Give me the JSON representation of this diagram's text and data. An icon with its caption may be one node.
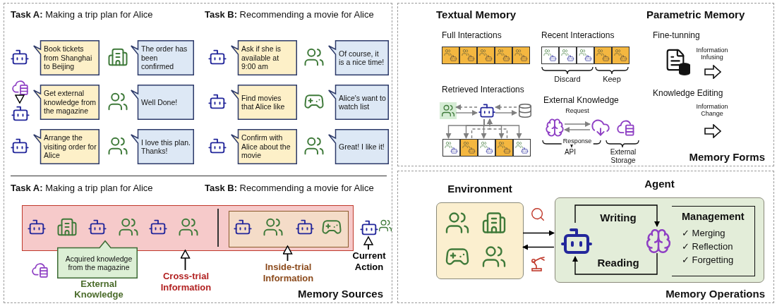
{
  "diagram": {
    "nodes": [
      {
        "text": [
          "Memory Sources"
        ]
      },
      {
        "text": [
          "Memory Forms"
        ]
      },
      {
        "text": [
          "Memory Operations"
        ]
      },
      {
        "text": [
          "Book tickets from Shanghai to Beijing"
        ],
        "in": 0
      },
      {
        "text": [
          "The order has been confirmed"
        ],
        "in": 0
      },
      {
        "text": [
          "Ask if she is available at 9:00 am"
        ],
        "in": 0
      },
      {
        "text": [
          "Of course, it is a nice time!"
        ],
        "in": 0
      },
      {
        "text": [
          "Get external knowledge from the magazine"
        ],
        "in": 0
      },
      {
        "text": [
          "Well Done!"
        ],
        "in": 0
      },
      {
        "text": [
          "Find movies that Alice like"
        ],
        "in": 0
      },
      {
        "text": [
          "Alice's want to watch list"
        ],
        "in": 0
      },
      {
        "text": [
          "Arrange the visiting order for Alice"
        ],
        "in": 0
      },
      {
        "text": [
          "I love this plan. Thanks!"
        ],
        "in": 0
      },
      {
        "text": [
          "Confirm with Alice about the movie"
        ],
        "in": 0
      },
      {
        "text": [
          "Great! I like it!"
        ],
        "in": 0
      },
      {
        "text": [],
        "shape": "cloud",
        "in": 0
      },
      {
        "text": [],
        "shape": "robot",
        "in": 0
      },
      {
        "text": [],
        "shape": "box",
        "in": 0
      },
      {
        "text": [],
        "shape": "box",
        "in": 17
      },
      {
        "text": [
          "Acquired knowledge from the magazine"
        ],
        "in": 0
      },
      {
        "text": [
          "Cross-trial Information"
        ],
        "in": 0
      },
      {
        "text": [
          "Inside-trial Information"
        ],
        "in": 0
      },
      {
        "text": [
          "Current Action"
        ],
        "in": 0
      },
      {
        "text": [],
        "shape": "robot",
        "in": 0
      },
      {
        "text": [],
        "shape": "person",
        "in": 1
      },
      {
        "text": [],
        "shape": "robot",
        "in": 1
      },
      {
        "text": [],
        "shape": "cylinder",
        "in": 1
      },
      {
        "text": [],
        "shape": "box",
        "in": 1
      },
      {
        "text": [],
        "shape": "box",
        "in": 1
      },
      {
        "text": [],
        "shape": "box",
        "in": 1
      },
      {
        "text": [],
        "shape": "box",
        "in": 1
      },
      {
        "text": [],
        "shape": "box",
        "in": 1
      },
      {
        "text": [],
        "shape": "brain",
        "in": 1
      },
      {
        "text": [],
        "shape": "cloud",
        "in": 1
      },
      {
        "text": [
          "Environment"
        ],
        "in": 2
      },
      {
        "text": [
          "Agent"
        ],
        "in": 2
      },
      {
        "text": [],
        "shape": "robot",
        "in": 35
      },
      {
        "text": [],
        "shape": "brain",
        "in": 35
      },
      {
        "text": [
          "Management",
          "✓ Merging",
          "✓ Reflection",
          "✓ Forgetting"
        ],
        "in": 35
      }
    ],
    "edges": [
      {
        "from": 15,
        "to": 16,
        "arrow": "to",
        "color": "#000000"
      },
      {
        "from": 20,
        "to": 17,
        "arrow": "to",
        "color": "#000000"
      },
      {
        "from": 21,
        "to": 18,
        "arrow": "to",
        "color": "#000000"
      },
      {
        "from": 22,
        "to": 23,
        "arrow": "to",
        "color": "#000000"
      },
      {
        "from": 25,
        "to": 24,
        "arrow": "to",
        "style": "dashed"
      },
      {
        "from": 24,
        "to": 25,
        "arrow": "to"
      },
      {
        "from": 26,
        "to": 25,
        "arrow": "to",
        "style": "dashed"
      },
      {
        "from": 25,
        "to": 26,
        "arrow": "to"
      },
      {
        "from": 25,
        "to": 27,
        "arrow": "to"
      },
      {
        "from": 25,
        "to": 28,
        "arrow": "to"
      },
      {
        "from": 25,
        "to": 29,
        "arrow": "to"
      },
      {
        "from": 25,
        "to": 30,
        "arrow": "to"
      },
      {
        "from": 25,
        "to": 31,
        "arrow": "to"
      },
      {
        "from": 28,
        "to": 25,
        "arrow": "to",
        "style": "dashed"
      },
      {
        "from": 30,
        "to": 25,
        "arrow": "to",
        "style": "dashed"
      },
      {
        "from": 32,
        "to": 33,
        "arrow": "to",
        "label": "Request"
      },
      {
        "from": 33,
        "to": 32,
        "arrow": "to",
        "label": "Response"
      },
      {
        "from": 34,
        "to": 35,
        "arrow": "to",
        "color": "#000000"
      },
      {
        "from": 35,
        "to": 34,
        "arrow": "to",
        "color": "#000000"
      },
      {
        "from": 36,
        "to": 37,
        "arrow": "to",
        "label": "Writing",
        "color": "#000000"
      },
      {
        "from": 37,
        "to": 36,
        "arrow": "to",
        "label": "Reading",
        "color": "#000000"
      }
    ],
    "labels": [
      "**Task A:**  Making a trip plan for Alice",
      "**Task B:** Recommending a movie for Alice",
      "**Task A:**  Making a trip plan for Alice",
      "**Task B:** Recommending a movie for Alice",
      "External Knowledge",
      "Textual Memory",
      "Parametric Memory",
      "Full Interactions",
      "Recent Interactions",
      "Fine-tunning",
      "Discard",
      "Keep",
      "Information Infusing",
      "Retrieved Interactions",
      "Knowledge Editing",
      "External Knowledge",
      "Information Change",
      "API",
      "External Storage"
    ]
  }
}
